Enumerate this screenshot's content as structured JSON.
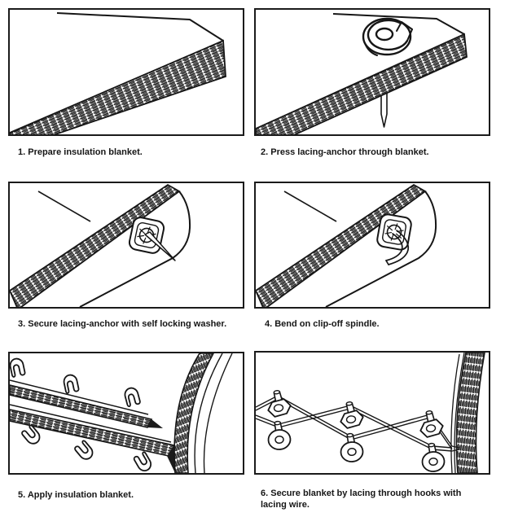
{
  "page": {
    "background": "#ffffff",
    "ink": "#161616",
    "frame_color": "#1b1b1b"
  },
  "steps": [
    {
      "caption": "1. Prepare insulation blanket."
    },
    {
      "caption": "2. Press lacing-anchor through blanket."
    },
    {
      "caption": "3. Secure lacing-anchor with self locking washer."
    },
    {
      "caption": "4. Bend on clip-off spindle."
    },
    {
      "caption": "5. Apply insulation blanket."
    },
    {
      "caption": "6. Secure blanket by lacing through hooks with\nlacing wire."
    }
  ]
}
